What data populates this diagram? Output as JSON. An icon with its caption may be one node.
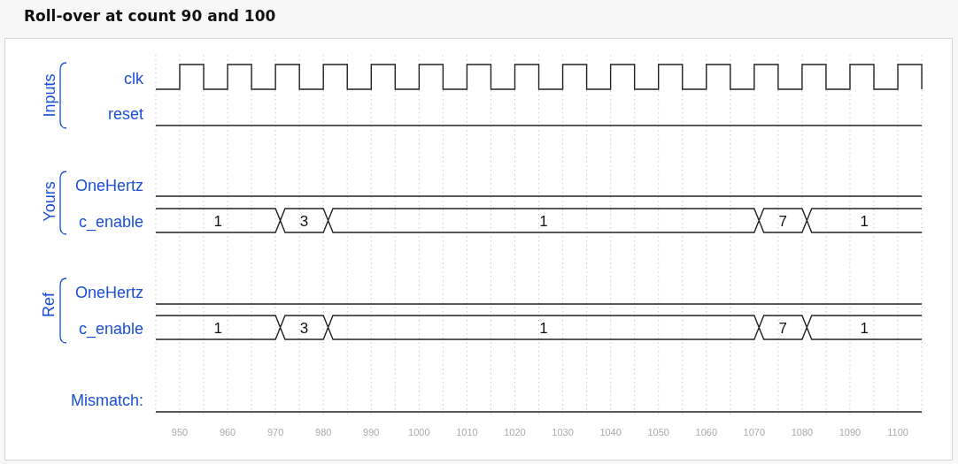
{
  "diagram": {
    "title": "Roll-over at count 90 and 100",
    "labels": [
      "Inputs",
      "clk",
      "reset",
      "Yours",
      "OneHertz",
      "c_enable",
      "1",
      "3",
      "1",
      "7",
      "1",
      "Ref",
      "OneHertz",
      "c_enable",
      "1",
      "3",
      "1",
      "7",
      "1",
      "Mismatch:",
      "950",
      "960",
      "970",
      "980",
      "990",
      "1000",
      "1010",
      "1020",
      "1030",
      "1040",
      "1050",
      "1060",
      "1070",
      "1080",
      "1090",
      "1100"
    ]
  }
}
